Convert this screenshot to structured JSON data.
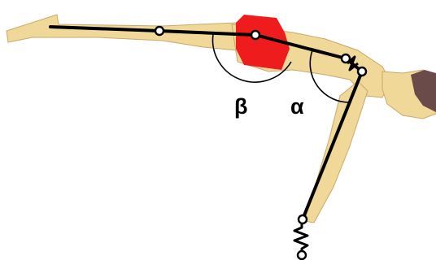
{
  "labels": {
    "beta": "β",
    "alpha": "α"
  },
  "colors": {
    "skin": "#f0d898",
    "skin_shadow": "#c9a96a",
    "trunk_highlight": "#ee1c1c",
    "hair": "#6b4a4a",
    "link": "#000000",
    "joint_fill": "#ffffff"
  },
  "elements": {
    "joints": [
      "foot-joint",
      "knee-joint",
      "hip-joint",
      "shoulder-joint",
      "elbow-joint",
      "hand-joint",
      "ground-contact"
    ],
    "springs": [
      "shoulder-spring",
      "hand-spring"
    ],
    "angles": [
      "hip-angle-beta",
      "shoulder-angle-alpha"
    ]
  }
}
